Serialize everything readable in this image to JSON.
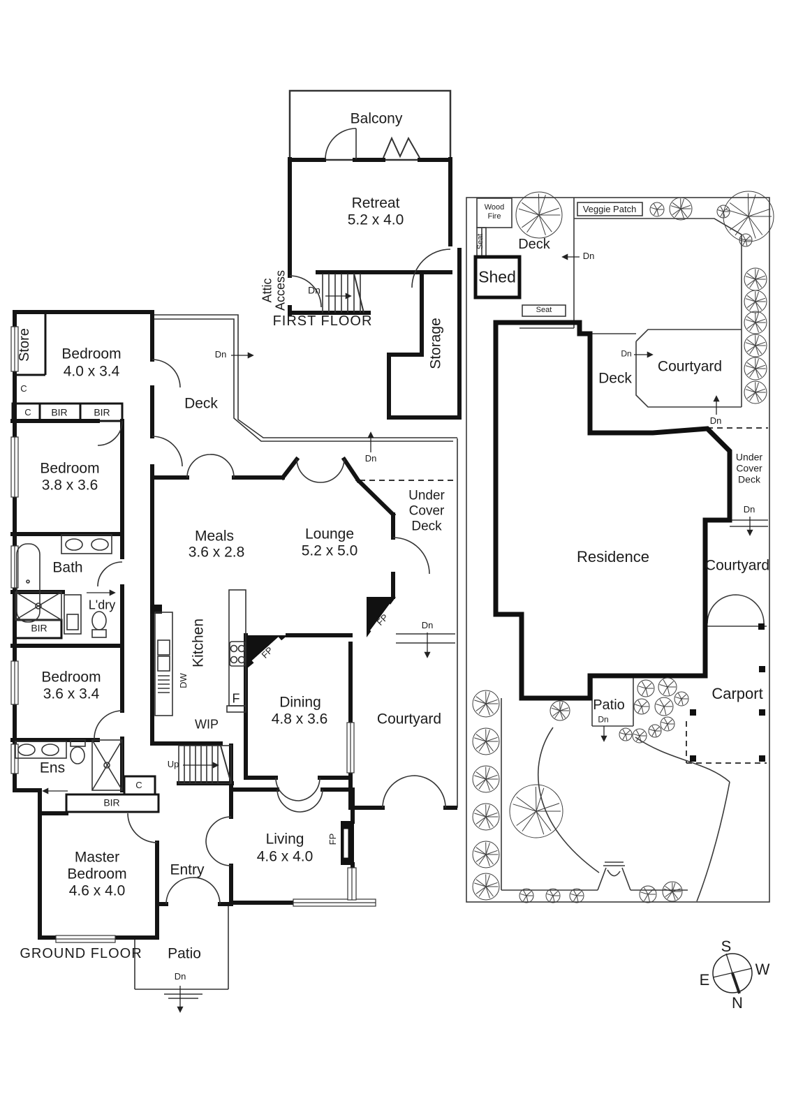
{
  "first_floor": {
    "title": "FIRST FLOOR",
    "balcony": "Balcony",
    "retreat_name": "Retreat",
    "retreat_dims": "5.2 x 4.0",
    "attic_line1": "Attic",
    "attic_line2": "Access",
    "storage": "Storage",
    "stairs_dn": "Dn"
  },
  "ground_floor": {
    "title": "GROUND FLOOR",
    "store": "Store",
    "bedroom1_name": "Bedroom",
    "bedroom1_dims": "4.0 x 3.4",
    "closet_c_side": "C",
    "closet_c": "C",
    "closet_bir1": "BIR",
    "closet_bir2": "BIR",
    "deck": "Deck",
    "deck_dn": "Dn",
    "bedroom2_name": "Bedroom",
    "bedroom2_dims": "3.8 x 3.6",
    "bath": "Bath",
    "laundry": "L'dry",
    "laundry_bir": "BIR",
    "bedroom3_name": "Bedroom",
    "bedroom3_dims": "3.6 x 3.4",
    "ens": "Ens",
    "hall_c": "C",
    "hall_bir": "BIR",
    "master_line1": "Master",
    "master_line2": "Bedroom",
    "master_dims": "4.6 x 4.0",
    "entry": "Entry",
    "patio": "Patio",
    "patio_dn": "Dn",
    "meals_name": "Meals",
    "meals_dims": "3.6 x 2.8",
    "lounge_name": "Lounge",
    "lounge_dims": "5.2 x 5.0",
    "lounge_dn": "Dn",
    "ucd_line1": "Under",
    "ucd_line2": "Cover",
    "ucd_line3": "Deck",
    "kitchen": "Kitchen",
    "dishwasher": "DW",
    "fridge": "F",
    "wip": "WIP",
    "up": "Up",
    "fp_kitchen": "FP",
    "fp_living": "FP",
    "dining_name": "Dining",
    "dining_dims": "4.8 x 3.6",
    "courtyard": "Courtyard",
    "courtyard_dn": "Dn",
    "living_name": "Living",
    "living_dims": "4.6 x 4.0"
  },
  "site_plan": {
    "wood_fire_line1": "Wood",
    "wood_fire_line2": "Fire",
    "seat_left": "Seat",
    "seat_bottom": "Seat",
    "deck_top": "Deck",
    "shed": "Shed",
    "veggie_patch": "Veggie Patch",
    "deck_dn": "Dn",
    "deck_mid": "Deck",
    "courtyard_top": "Courtyard",
    "courtyard_top_dn_left": "Dn",
    "courtyard_top_dn_bottom": "Dn",
    "ucd_line1": "Under",
    "ucd_line2": "Cover",
    "ucd_line3": "Deck",
    "ucd_dn": "Dn",
    "courtyard_right": "Courtyard",
    "residence": "Residence",
    "patio": "Patio",
    "patio_dn": "Dn",
    "carport": "Carport"
  },
  "compass": {
    "n": "N",
    "s": "S",
    "e": "E",
    "w": "W"
  }
}
